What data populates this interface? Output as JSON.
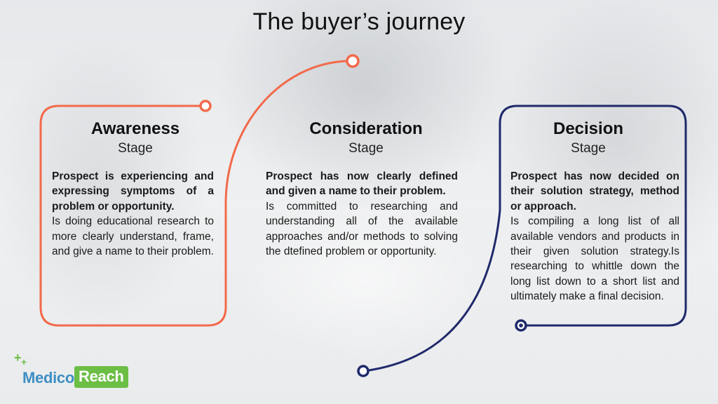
{
  "title": "The buyer’s journey",
  "colors": {
    "awareness_accent": "#f26a4b",
    "consideration_accent": "#f26a4b",
    "decision_accent": "#1f2a6b",
    "logo_blue": "#3e8fc4",
    "logo_green": "#6cbe45"
  },
  "stages": [
    {
      "name": "Awareness",
      "subtitle": "Stage",
      "lead": "Prospect is experiencing and expressing symptoms of a problem or opportunity.",
      "detail": "Is doing educational research to more clearly understand, frame, and give a name to their problem."
    },
    {
      "name": "Consideration",
      "subtitle": "Stage",
      "lead": "Prospect has now clearly defined and given a name to their problem.",
      "detail": "Is committed to researching and understanding all of the available approaches and/or methods to solving the dtefined problem or opportunity."
    },
    {
      "name": "Decision",
      "subtitle": "Stage",
      "lead": "Prospect has now decided on their solution strategy, method or approach.",
      "detail": "Is compiling a long list of all available vendors and products in their given solution strategy.Is researching to whittle down the long list down to a short list and ultimately make a final decision."
    }
  ],
  "logo": {
    "part1": "Medico",
    "part2": "Reach",
    "plus_icon": "plus-icon"
  }
}
